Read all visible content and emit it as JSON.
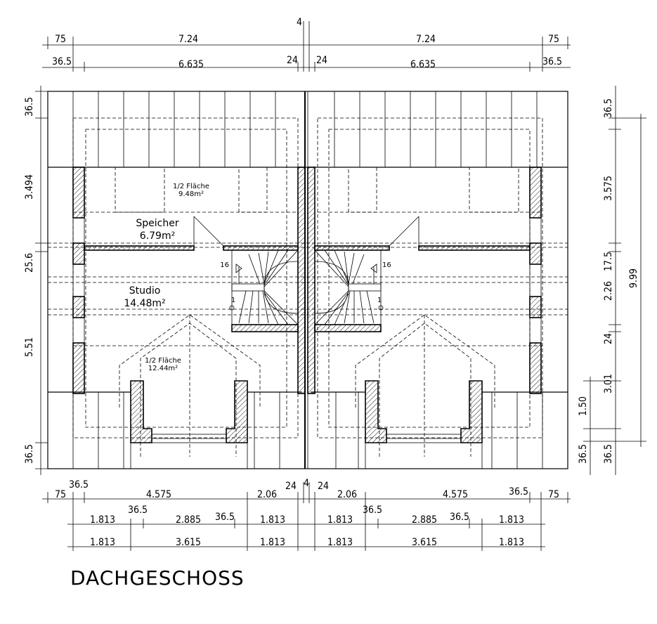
{
  "title": "DACHGESCHOSS",
  "rooms": {
    "half_area_top": {
      "label": "1/2 Fläche",
      "area": "9.48m²"
    },
    "speicher": {
      "name": "Speicher",
      "area": "6.79m²"
    },
    "studio": {
      "name": "Studio",
      "area": "14.48m²"
    },
    "half_area_bottom": {
      "label": "1/2 Fläche",
      "area": "12.44m²"
    }
  },
  "stairs": {
    "top_step": "16",
    "bottom_step": "1"
  },
  "dims_top": {
    "row1": [
      "75",
      "7.24",
      "4",
      "7.24",
      "75"
    ],
    "row2": [
      "36.5",
      "6.635",
      "24",
      "24",
      "6.635",
      "36.5"
    ]
  },
  "dims_bottom": {
    "row1": [
      "75",
      "36.5",
      "4.575",
      "2.06",
      "24",
      "4",
      "24",
      "2.06",
      "4.575",
      "36.5",
      "75"
    ],
    "row2": [
      "1.813",
      "36.5",
      "2.885",
      "36.5",
      "1.813",
      "1.813",
      "36.5",
      "2.885",
      "36.5",
      "1.813"
    ],
    "row3": [
      "1.813",
      "3.615",
      "1.813",
      "1.813",
      "3.615",
      "1.813"
    ]
  },
  "dims_left": [
    "36.5",
    "3.494",
    "25.6",
    "5.51",
    "36.5"
  ],
  "dims_right": {
    "inner": [
      "36.5",
      "3.575",
      "17.5",
      "2.26",
      "24",
      "3.01",
      "36.5"
    ],
    "outer": "9.99",
    "dormer": [
      "1.50",
      "36.5"
    ]
  }
}
